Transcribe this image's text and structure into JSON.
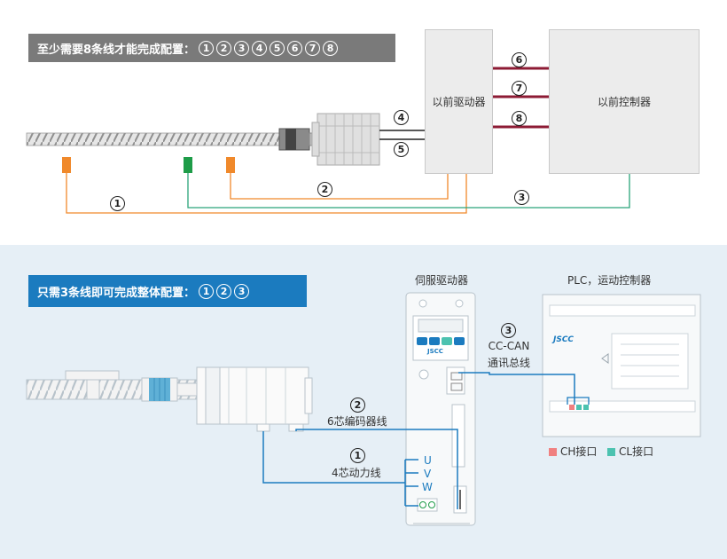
{
  "top": {
    "banner_text": "至少需要8条线才能完成配置：",
    "banner_numbers": [
      "1",
      "2",
      "3",
      "4",
      "5",
      "6",
      "7",
      "8"
    ],
    "driver_label": "以前驱动器",
    "controller_label": "以前控制器",
    "wire_numbers": [
      "1",
      "2",
      "3",
      "4",
      "5",
      "6",
      "7",
      "8"
    ]
  },
  "bottom": {
    "banner_text": "只需3条线即可完成整体配置：",
    "banner_numbers": [
      "1",
      "2",
      "3"
    ],
    "servo_title": "伺服驱动器",
    "plc_title": "PLC，运动控制器",
    "brand_text": "JSCC",
    "cable3_num": "3",
    "cable3_line1": "CC-CAN",
    "cable3_line2": "通讯总线",
    "cable2_num": "2",
    "cable2_label": "6芯编码器线",
    "cable1_num": "1",
    "cable1_label": "4芯动力线",
    "terminals": [
      "U",
      "V",
      "W"
    ],
    "legend_ch": "CH接口",
    "legend_cl": "CL接口"
  },
  "colors": {
    "orange": "#f0892b",
    "green": "#1e9c48",
    "teal_green": "#2aa37a",
    "maroon": "#8d1b34",
    "blue": "#1b7bbf",
    "ch_pink": "#f08080",
    "cl_teal": "#4cc2b0"
  }
}
